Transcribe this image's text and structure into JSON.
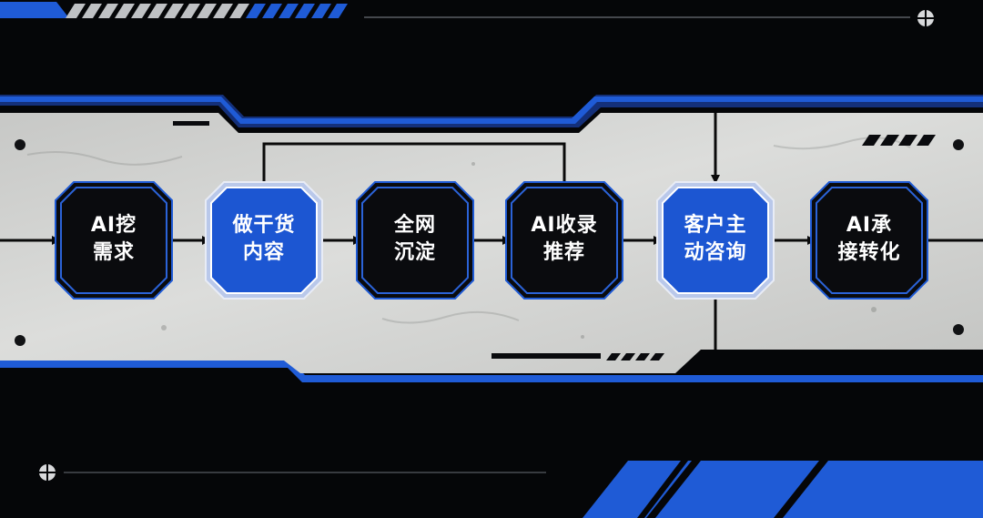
{
  "flow": {
    "nodes": [
      {
        "id": "mining",
        "line1": "AI挖",
        "line2": "需求",
        "style": "dark"
      },
      {
        "id": "content",
        "line1": "做干货",
        "line2": "内容",
        "style": "blue"
      },
      {
        "id": "deposit",
        "line1": "全网",
        "line2": "沉淀",
        "style": "dark"
      },
      {
        "id": "recommend",
        "line1": "AI收录",
        "line2": "推荐",
        "style": "dark"
      },
      {
        "id": "inquiry",
        "line1": "客户主",
        "line2": "动咨询",
        "style": "blue"
      },
      {
        "id": "conversion",
        "line1": "AI承",
        "line2": "接转化",
        "style": "dark"
      }
    ],
    "loop_from": "content",
    "loop_to": "recommend"
  },
  "colors": {
    "background": "#050608",
    "panel": "#cfd0ce",
    "accent_blue": "#1f5bd6",
    "node_dark": "#0a0b0e",
    "node_blue": "#1c56d2",
    "arrow": "#0a0a0a"
  }
}
